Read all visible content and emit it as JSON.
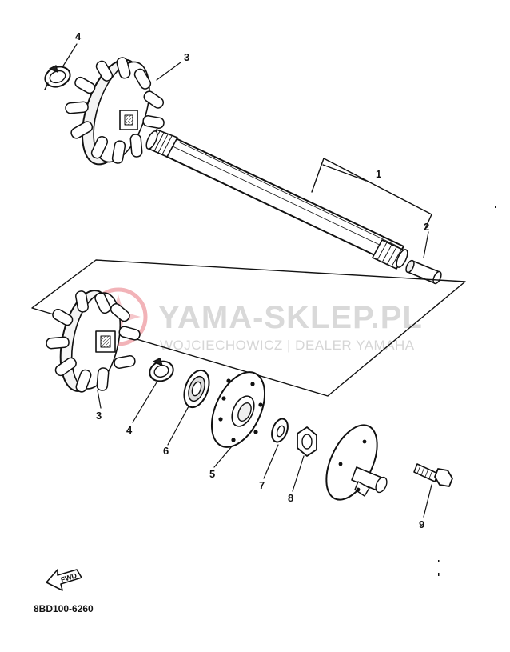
{
  "diagram": {
    "watermark": {
      "main": "YAMA-SKLEP.PL",
      "sub": "WOJCIECHOWICZ | DEALER YAMAHA",
      "logo_color": "#f2b3b8"
    },
    "fwd_label": "FWD",
    "part_code": "8BD100-6260",
    "callouts": [
      "1",
      "2",
      "3",
      "3",
      "4",
      "4",
      "5",
      "6",
      "7",
      "8",
      "9"
    ]
  }
}
